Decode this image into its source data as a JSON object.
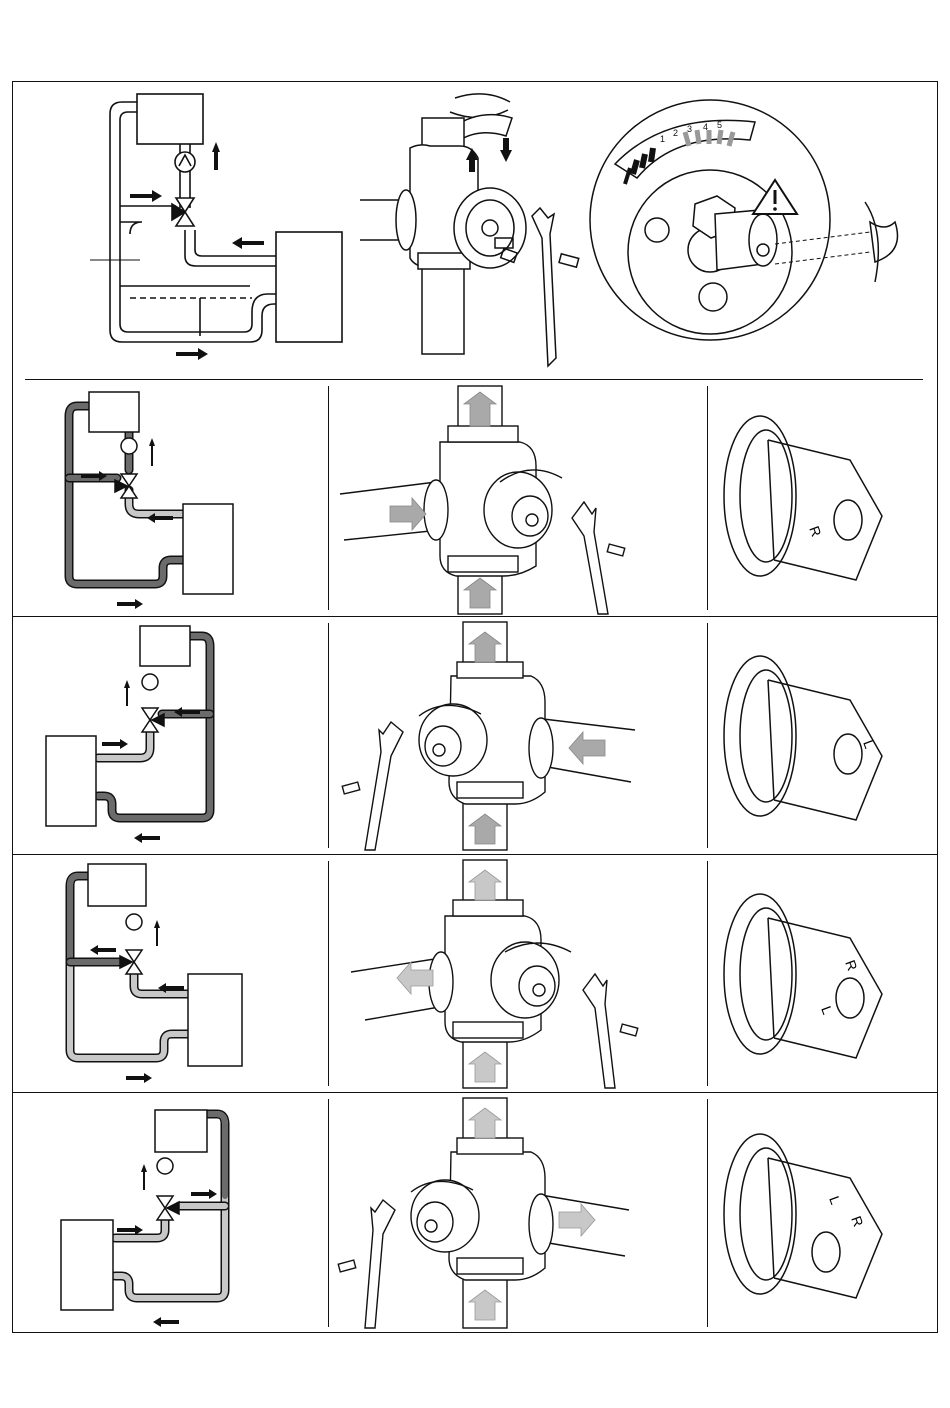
{
  "header_panel": {
    "scale_digits": [
      "1",
      "2",
      "3",
      "4",
      "5"
    ],
    "icons": [
      "rotate-arrows-icon",
      "warning-triangle-icon",
      "eye-icon",
      "up-arrow-icon",
      "down-arrow-icon"
    ]
  },
  "rows": [
    {
      "id": "row-1",
      "port_marks": [
        "R"
      ]
    },
    {
      "id": "row-2",
      "port_marks": [
        "L"
      ]
    },
    {
      "id": "row-3",
      "port_marks": [
        "R",
        "L"
      ]
    },
    {
      "id": "row-4",
      "port_marks": [
        "L",
        "R"
      ]
    }
  ],
  "colors": {
    "line": "#111111",
    "dark_pipe": "#6b6b6b",
    "light_pipe": "#c8c8c8",
    "flow_arrow": "#a9a9a9"
  }
}
